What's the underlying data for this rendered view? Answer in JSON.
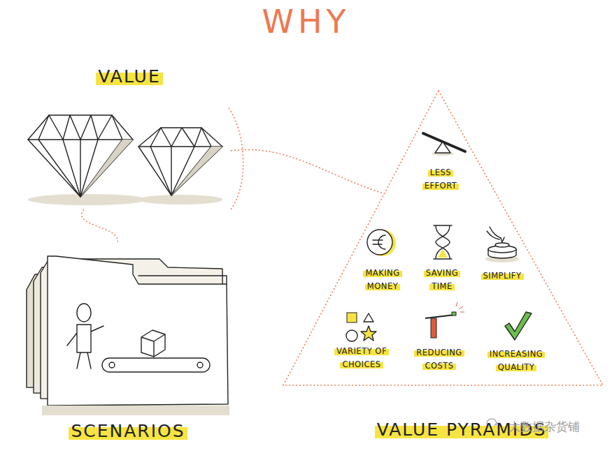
{
  "diagram": {
    "title": "WHY",
    "nodes": [
      {
        "text": [
          "VALUE"
        ]
      },
      {
        "text": [
          "SCENARIOS"
        ]
      },
      {
        "text": [
          "VALUE PYRAMIDS"
        ]
      }
    ],
    "edges": [
      {
        "from": 0,
        "to": 1,
        "arrow": "none"
      },
      {
        "from": 0,
        "to": 2,
        "arrow": "none"
      }
    ],
    "labels": [
      "LESS EFFORT",
      "MAKING MONEY",
      "SAVING TIME",
      "SIMPLIFY",
      "VARIETY OF CHOICES",
      "REDUCING COSTS",
      "INCREASING QUALITY",
      "大数据杂货铺"
    ]
  }
}
